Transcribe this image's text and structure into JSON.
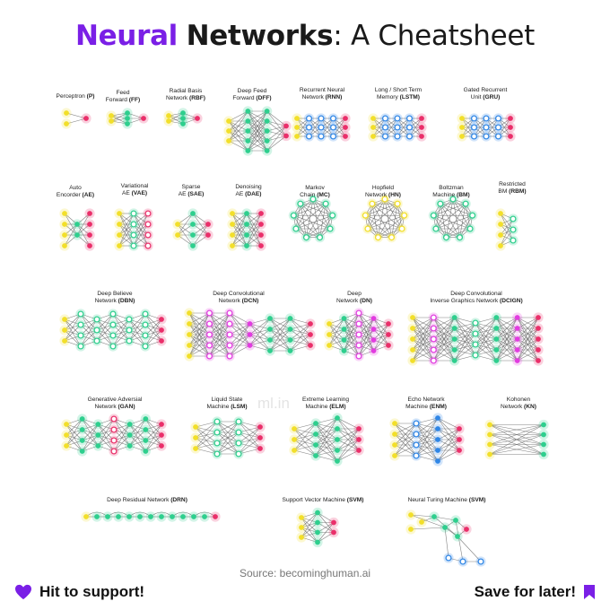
{
  "title": {
    "part1": "Neural",
    "part2": "Networks",
    "part3": ": A Cheatsheet"
  },
  "colors": {
    "accent": "#7a1fe6",
    "input": "#f2df2a",
    "hidden": "#2ecf8e",
    "output": "#ea2f6a",
    "recurrent": "#2f86e6",
    "kernel": "#e23ce0",
    "edge": "#6b6b6b"
  },
  "networks": [
    {
      "key": "p",
      "line1": "",
      "line2_pre": "Perceptron ",
      "line2_bold": "(P)"
    },
    {
      "key": "ff",
      "line1": "Feed",
      "line2_pre": "Forward ",
      "line2_bold": "(FF)"
    },
    {
      "key": "rbf",
      "line1": "Radial Basis",
      "line2_pre": "Network ",
      "line2_bold": "(RBF)"
    },
    {
      "key": "dff",
      "line1": "Deep Feed",
      "line2_pre": "Forward ",
      "line2_bold": "(DFF)"
    },
    {
      "key": "rnn",
      "line1": "Recurrent Neural",
      "line2_pre": "Network ",
      "line2_bold": "(RNN)"
    },
    {
      "key": "lstm",
      "line1": "Long / Short Term",
      "line2_pre": "Memory ",
      "line2_bold": "(LSTM)"
    },
    {
      "key": "gru",
      "line1": "Gated Recurrent",
      "line2_pre": "Unit ",
      "line2_bold": "(GRU)"
    },
    {
      "key": "ae",
      "line1": "Auto",
      "line2_pre": "Encorder ",
      "line2_bold": "(AE)"
    },
    {
      "key": "vae",
      "line1": "Variational",
      "line2_pre": "AE ",
      "line2_bold": "(VAE)"
    },
    {
      "key": "sae",
      "line1": "Sparse",
      "line2_pre": "AE ",
      "line2_bold": "(SAE)"
    },
    {
      "key": "dae",
      "line1": "Denoising",
      "line2_pre": "AE ",
      "line2_bold": "(DAE)"
    },
    {
      "key": "mc",
      "line1": "Markov",
      "line2_pre": "Chain ",
      "line2_bold": "(MC)"
    },
    {
      "key": "hn",
      "line1": "Hopfield",
      "line2_pre": "Network ",
      "line2_bold": "(HN)"
    },
    {
      "key": "bm",
      "line1": "Boltzman",
      "line2_pre": "Machine ",
      "line2_bold": "(BM)"
    },
    {
      "key": "rbm",
      "line1": "Restricted",
      "line2_pre": "BM ",
      "line2_bold": "(RBM)"
    },
    {
      "key": "dbn",
      "line1": "Deep Believe",
      "line2_pre": "Network ",
      "line2_bold": "(DBN)"
    },
    {
      "key": "dcn",
      "line1": "Deep Convolutional",
      "line2_pre": "Network ",
      "line2_bold": "(DCN)"
    },
    {
      "key": "dn",
      "line1": "Deep",
      "line2_pre": "Network ",
      "line2_bold": "(DN)"
    },
    {
      "key": "dcign",
      "line1": "Deep Convolutional",
      "line2_pre": "Inverse Graphics Network ",
      "line2_bold": "(DCIGN)"
    },
    {
      "key": "gan",
      "line1": "Generative Adversial",
      "line2_pre": "Network ",
      "line2_bold": "(GAN)"
    },
    {
      "key": "lsm",
      "line1": "Liquid State",
      "line2_pre": "Machine ",
      "line2_bold": "(LSM)"
    },
    {
      "key": "elm",
      "line1": "Extreme Learning",
      "line2_pre": "Machine ",
      "line2_bold": "(ELM)"
    },
    {
      "key": "enm",
      "line1": "Echo Network",
      "line2_pre": "Machine ",
      "line2_bold": "(ENM)"
    },
    {
      "key": "kn",
      "line1": "Kohonen",
      "line2_pre": "Network ",
      "line2_bold": "(KN)"
    },
    {
      "key": "drn",
      "line1": "",
      "line2_pre": "Deep Residual Network ",
      "line2_bold": "(DRN)"
    },
    {
      "key": "svm",
      "line1": "",
      "line2_pre": "Support Vector Machine ",
      "line2_bold": "(SVM)"
    },
    {
      "key": "ntm",
      "line1": "",
      "line2_pre": "Neural Turing Machine ",
      "line2_bold": "(SVM)"
    }
  ],
  "source": "Source: becominghuman.ai",
  "watermark": "ml.in",
  "footer": {
    "support": "Hit to support!",
    "save": "Save for later!"
  }
}
